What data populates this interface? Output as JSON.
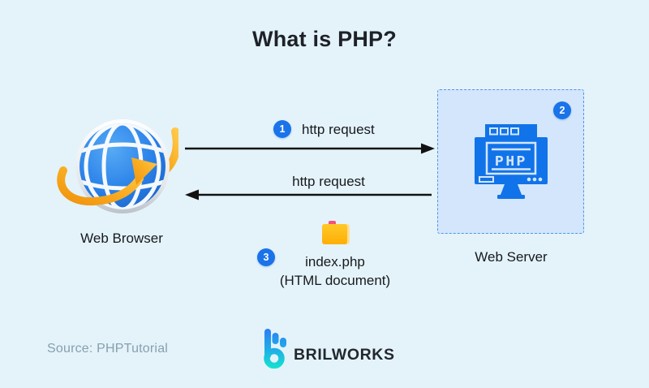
{
  "title": "What is PHP?",
  "browser": {
    "label": "Web Browser",
    "icon": "globe-icon"
  },
  "server": {
    "label": "Web Server",
    "badge": "2",
    "icon": "php-monitor-icon",
    "screen_text": "PHP"
  },
  "request_flow": {
    "badge": "1",
    "label": "http request",
    "direction": "browser-to-server"
  },
  "response_flow": {
    "label": "http request",
    "direction": "server-to-browser"
  },
  "result": {
    "badge": "3",
    "icon": "folder-icon",
    "filename": "index.php",
    "filetype": "(HTML document)"
  },
  "footer": {
    "source": "Source: PHPTutorial",
    "brand": "BRILWORKS"
  },
  "colors": {
    "background": "#E4F3FA",
    "accent_blue": "#1A73E8",
    "icon_blue": "#1173E9",
    "server_box_fill": "#D3E6FB",
    "server_box_border": "#4D96E8",
    "arrow": "#121212",
    "globe_blue": "#1E6FD9",
    "swoosh_orange": "#F7A41D",
    "folder_yellow": "#FFC124",
    "folder_tab_pink": "#F5527B",
    "source_text": "#86A0AF",
    "brand_text": "#23282E",
    "logo_gradient_top": "#2E7CF6",
    "logo_gradient_bottom": "#16E3CE"
  }
}
